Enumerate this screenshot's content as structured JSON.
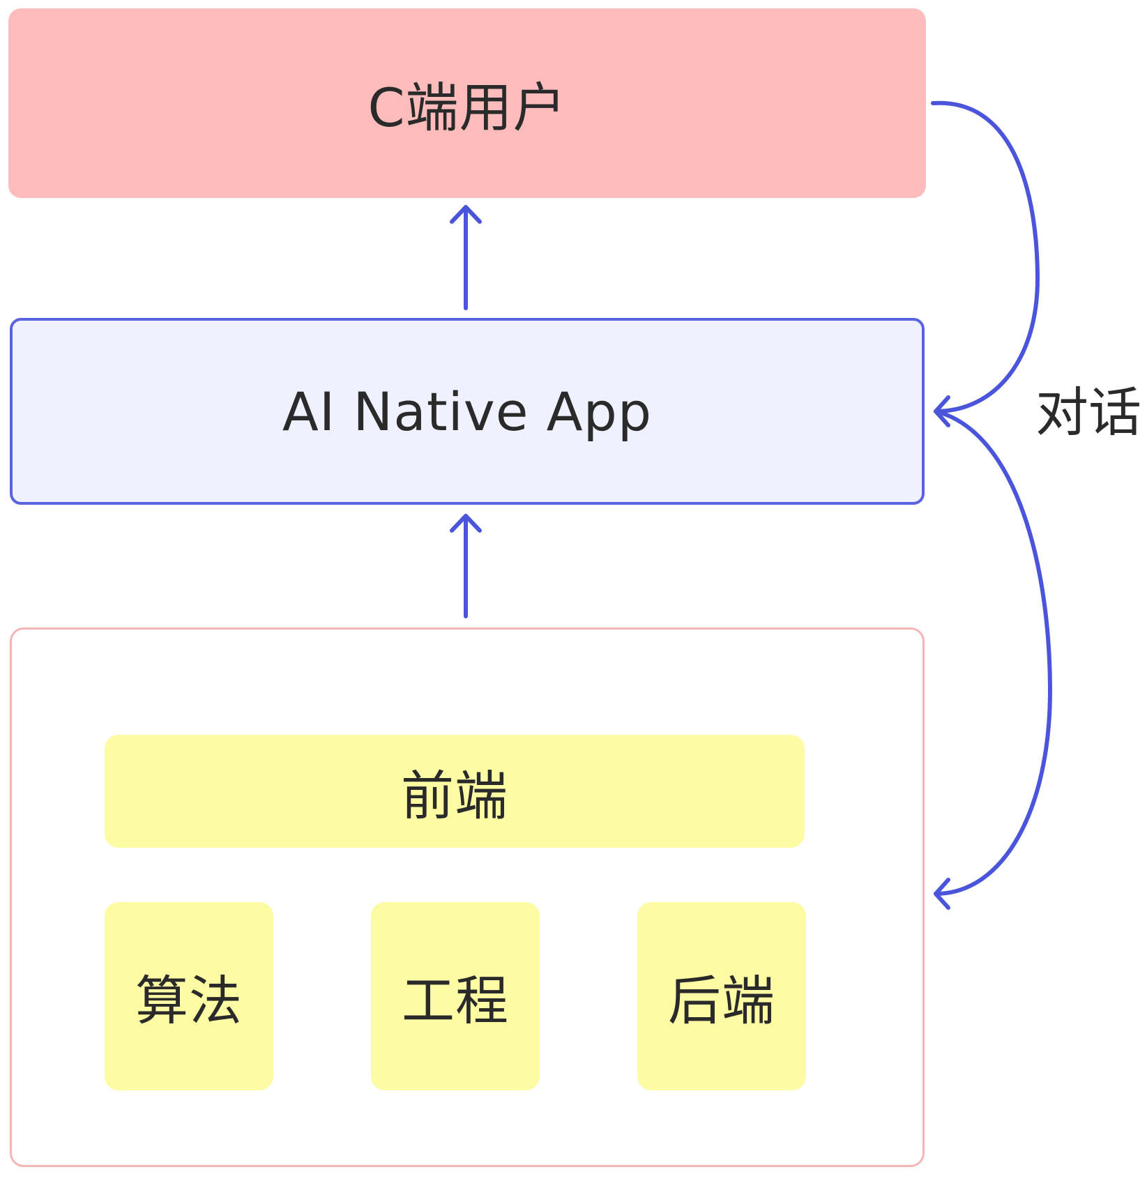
{
  "diagram": {
    "user_layer": {
      "label": "C端用户"
    },
    "app_layer": {
      "label": "AI Native App"
    },
    "team_layer": {
      "frontend": {
        "label": "前端"
      },
      "algorithm": {
        "label": "算法"
      },
      "engineering": {
        "label": "工程"
      },
      "backend": {
        "label": "后端"
      }
    },
    "loop_label": "对话"
  },
  "colors": {
    "user_fill": "#fbbcbb",
    "app_fill": "#eff1fe",
    "app_border": "#5a64e0",
    "team_border": "#f5b5b6",
    "yellow_fill": "#fdfba3",
    "arrow": "#4b55dc",
    "text": "#2a2a2a"
  }
}
